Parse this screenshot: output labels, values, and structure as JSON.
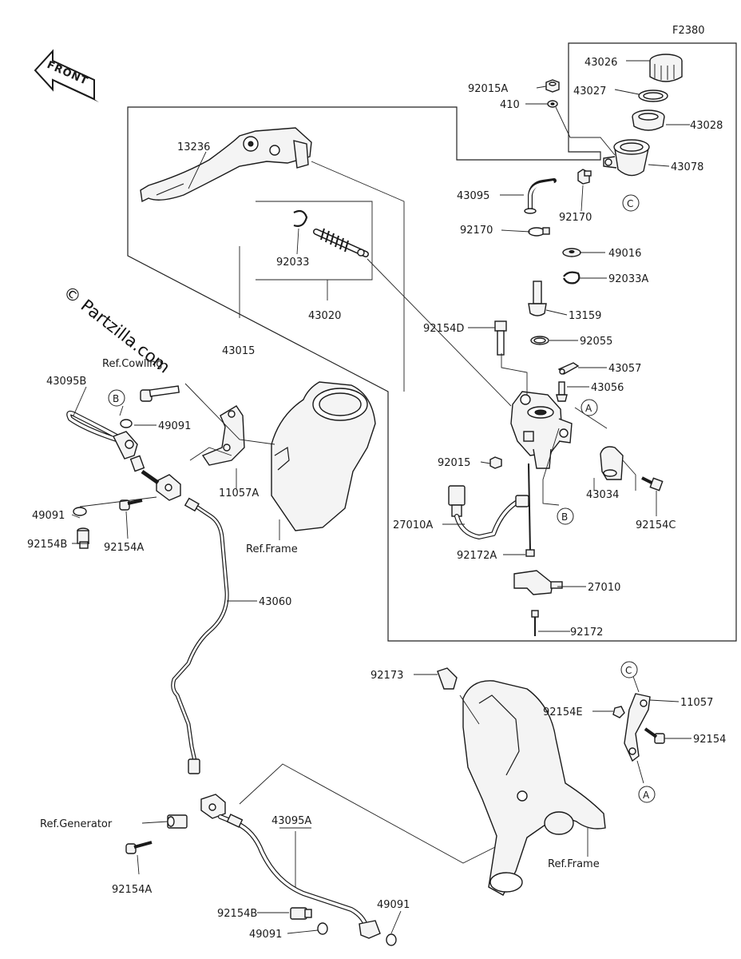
{
  "diagram_code": "F2380",
  "direction_label": "FRONT",
  "watermark": "© Partzilla.com",
  "reference_labels": {
    "cowling": "Ref.Cowling",
    "frame_upper": "Ref.Frame",
    "frame_lower": "Ref.Frame",
    "generator": "Ref.Generator"
  },
  "circle_markers": {
    "a_bracket": "A",
    "a_lower": "A",
    "b_master": "B",
    "b_hose": "B",
    "c_reservoir": "C",
    "c_bracket": "C"
  },
  "parts": {
    "p43026": "43026",
    "p43027": "43027",
    "p43028": "43028",
    "p43078": "43078",
    "p92015A": "92015A",
    "p410": "410",
    "p13236": "13236",
    "p43095": "43095",
    "p92170_a": "92170",
    "p92170_b": "92170",
    "p49016": "49016",
    "p92033A": "92033A",
    "p92033": "92033",
    "p43020": "43020",
    "p13159": "13159",
    "p92154D": "92154D",
    "p92055": "92055",
    "p43015": "43015",
    "p43057": "43057",
    "p43056": "43056",
    "p43095B": "43095B",
    "p49091_a": "49091",
    "p11057A": "11057A",
    "p92015": "92015",
    "p43034": "43034",
    "p92154C": "92154C",
    "p27010A": "27010A",
    "p49091_b": "49091",
    "p92154A_a": "92154A",
    "p92154B_a": "92154B",
    "p92172A": "92172A",
    "p27010": "27010",
    "p92172": "92172",
    "p43060": "43060",
    "p92173": "92173",
    "p11057": "11057",
    "p92154E": "92154E",
    "p92154": "92154",
    "p92154A_b": "92154A",
    "p43095A": "43095A",
    "p92154B_b": "92154B",
    "p49091_c": "49091",
    "p49091_d": "49091"
  }
}
